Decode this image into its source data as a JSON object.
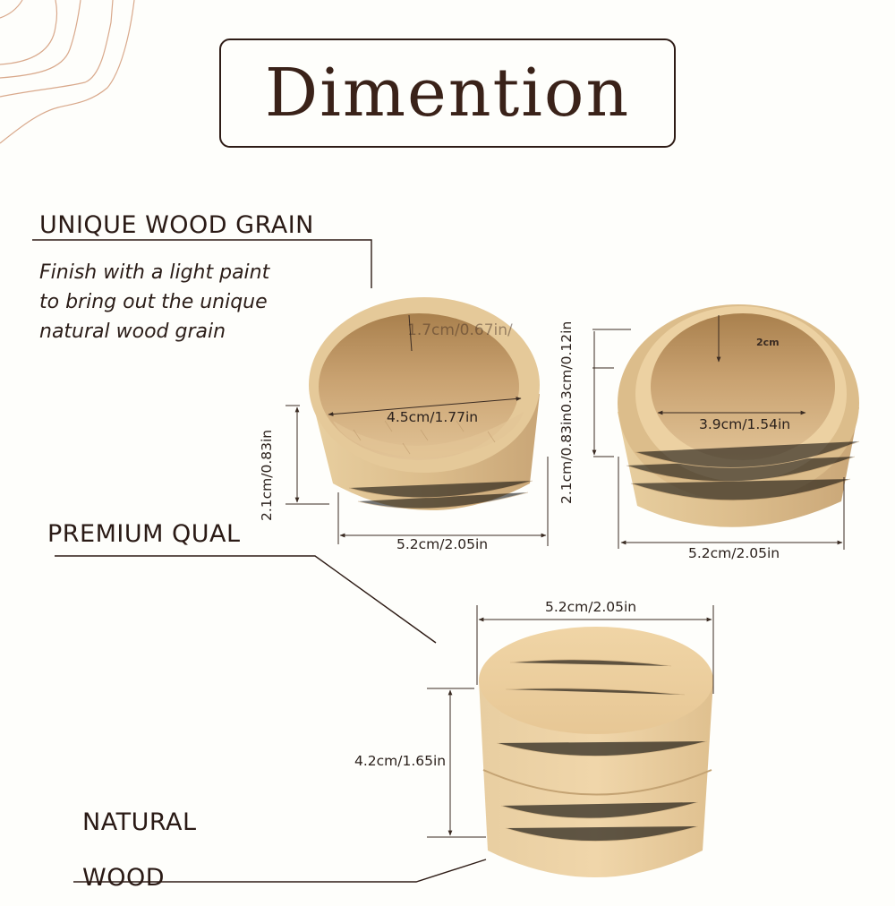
{
  "title": "Dimention",
  "features": [
    {
      "heading": "UNIQUE WOOD GRAIN",
      "description_lines": [
        "Finish with a light paint",
        "to bring out the unique",
        "natural wood grain"
      ]
    },
    {
      "heading": "PREMIUM QUAL"
    },
    {
      "heading_lines": [
        "NATURAL",
        "WOOD"
      ]
    }
  ],
  "products": {
    "box_bottom_open": {
      "inner_depth": "1.7cm/0.67in/",
      "inner_diameter": "4.5cm/1.77in",
      "height": "2.1cm/0.83in",
      "outer_diameter": "5.2cm/2.05in"
    },
    "box_lid_open": {
      "inner_depth": "2cm",
      "inner_diameter": "3.9cm/1.54in",
      "height_and_lip": "2.1cm/0.83in0.3cm/0.12in",
      "outer_diameter": "5.2cm/2.05in"
    },
    "box_closed": {
      "diameter": "5.2cm/2.05in",
      "height": "4.2cm/1.65in"
    }
  },
  "colors": {
    "background": "#fefefb",
    "text": "#2a1a15",
    "title": "#3a2219",
    "wood_light": "#efd3a4",
    "wood_mid": "#dcb985",
    "wood_dark": "#b08a5a",
    "topo_lines": "#d9a98c"
  }
}
